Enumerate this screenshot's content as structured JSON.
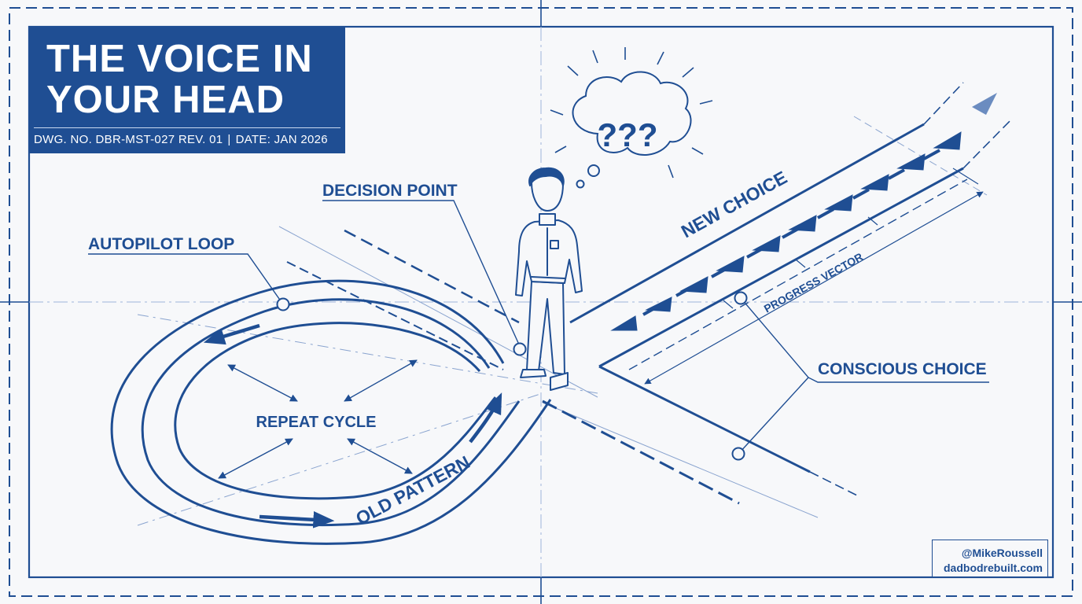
{
  "title": {
    "heading": "THE VOICE IN YOUR HEAD",
    "drawing_number": "DWG. NO. DBR-MST-027 REV. 01",
    "date": "DATE: JAN 2026"
  },
  "labels": {
    "autopilot_loop": "AUTOPILOT LOOP",
    "decision_point": "DECISION POINT",
    "repeat_cycle": "REPEAT CYCLE",
    "old_pattern": "OLD PATTERN",
    "new_choice": "NEW CHOICE",
    "progress_vector": "PROGRESS VECTOR",
    "conscious_choice": "CONSCIOUS CHOICE",
    "thought": "???"
  },
  "credit": {
    "handle": "@MikeRoussell",
    "site": "dadbodrebuilt.com"
  },
  "colors": {
    "ink": "#1f4e93",
    "paper": "#f7f8fa",
    "title_block": "#1f4e93"
  }
}
